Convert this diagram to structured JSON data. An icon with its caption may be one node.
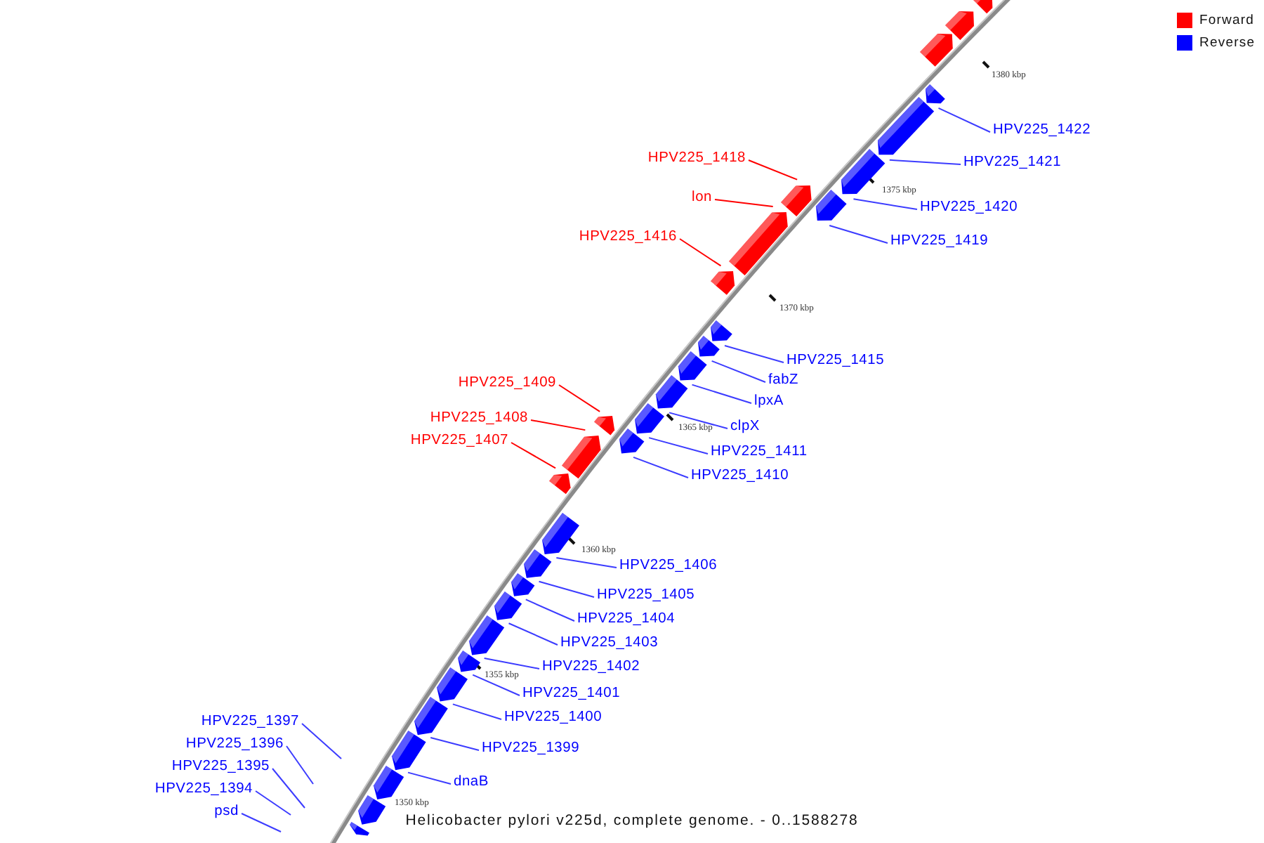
{
  "diagram": {
    "caption": "Helicobacter pylori v225d, complete genome. - 0..1588278",
    "nodes": [
      {
        "text": [
          "HPV225_1422"
        ]
      },
      {
        "text": [
          "HPV225_1421"
        ]
      },
      {
        "text": [
          "HPV225_1418"
        ]
      },
      {
        "text": [
          "HPV225_1420"
        ]
      },
      {
        "text": [
          "lon"
        ]
      },
      {
        "text": [
          "HPV225_1416"
        ]
      },
      {
        "text": [
          "HPV225_1419"
        ]
      },
      {
        "text": [
          "HPV225_1415"
        ]
      },
      {
        "text": [
          "fabZ"
        ]
      },
      {
        "text": [
          "HPV225_1409"
        ]
      },
      {
        "text": [
          "lpxA"
        ]
      },
      {
        "text": [
          "HPV225_1408"
        ]
      },
      {
        "text": [
          "clpX"
        ]
      },
      {
        "text": [
          "HPV225_1407"
        ]
      },
      {
        "text": [
          "HPV225_1411"
        ]
      },
      {
        "text": [
          "HPV225_1410"
        ]
      },
      {
        "text": [
          "HPV225_1406"
        ]
      },
      {
        "text": [
          "HPV225_1405"
        ]
      },
      {
        "text": [
          "HPV225_1404"
        ]
      },
      {
        "text": [
          "HPV225_1403"
        ]
      },
      {
        "text": [
          "HPV225_1402"
        ]
      },
      {
        "text": [
          "HPV225_1401"
        ]
      },
      {
        "text": [
          "HPV225_1400"
        ]
      },
      {
        "text": [
          "HPV225_1397"
        ]
      },
      {
        "text": [
          "HPV225_1399"
        ]
      },
      {
        "text": [
          "HPV225_1396"
        ]
      },
      {
        "text": [
          "HPV225_1395"
        ]
      },
      {
        "text": [
          "dnaB"
        ]
      },
      {
        "text": [
          "HPV225_1394"
        ]
      },
      {
        "text": [
          "psd"
        ]
      },
      {
        "text": [],
        "shape": "bar"
      },
      {
        "text": [],
        "shape": "bar"
      },
      {
        "text": [],
        "shape": "bar"
      },
      {
        "text": [],
        "shape": "bar"
      },
      {
        "text": [],
        "shape": "bar"
      },
      {
        "text": [],
        "shape": "bar"
      },
      {
        "text": [],
        "shape": "bar"
      },
      {
        "text": [],
        "shape": "bar"
      },
      {
        "text": [],
        "shape": "bar"
      },
      {
        "text": [],
        "shape": "bar"
      },
      {
        "text": [],
        "shape": "bar"
      },
      {
        "text": [],
        "shape": "bar"
      },
      {
        "text": [],
        "shape": "bar"
      },
      {
        "text": [],
        "shape": "bar"
      },
      {
        "text": [],
        "shape": "bar"
      },
      {
        "text": [],
        "shape": "bar"
      },
      {
        "text": [],
        "shape": "bar"
      },
      {
        "text": [],
        "shape": "bar"
      },
      {
        "text": [],
        "shape": "bar"
      },
      {
        "text": [],
        "shape": "bar"
      },
      {
        "text": [],
        "shape": "bar"
      },
      {
        "text": [],
        "shape": "bar"
      },
      {
        "text": [],
        "shape": "bar"
      },
      {
        "text": [],
        "shape": "bar"
      },
      {
        "text": [],
        "shape": "bar"
      },
      {
        "text": [],
        "shape": "bar"
      },
      {
        "text": [],
        "shape": "bar"
      },
      {
        "text": [],
        "shape": "bar"
      },
      {
        "text": [],
        "shape": "bar"
      },
      {
        "text": [],
        "shape": "bar"
      },
      {
        "text": [],
        "shape": "bar"
      }
    ],
    "edges": [
      {
        "from": 0,
        "to": 33,
        "arrow": "none"
      },
      {
        "from": 1,
        "to": 34,
        "arrow": "none"
      },
      {
        "from": 2,
        "to": 36,
        "arrow": "none",
        "color": "#ff0000"
      },
      {
        "from": 3,
        "to": 35,
        "arrow": "none"
      },
      {
        "from": 4,
        "to": 38,
        "arrow": "none",
        "color": "#ff0000"
      },
      {
        "from": 5,
        "to": 39,
        "arrow": "none",
        "color": "#ff0000"
      },
      {
        "from": 6,
        "to": 37,
        "arrow": "none"
      },
      {
        "from": 7,
        "to": 40,
        "arrow": "none"
      },
      {
        "from": 8,
        "to": 41,
        "arrow": "none"
      },
      {
        "from": 9,
        "to": 45,
        "arrow": "none",
        "color": "#ff0000"
      },
      {
        "from": 10,
        "to": 42,
        "arrow": "none"
      },
      {
        "from": 11,
        "to": 47,
        "arrow": "none",
        "color": "#ff0000"
      },
      {
        "from": 12,
        "to": 43,
        "arrow": "none"
      },
      {
        "from": 13,
        "to": 48,
        "arrow": "none",
        "color": "#ff0000"
      },
      {
        "from": 14,
        "to": 44,
        "arrow": "none"
      },
      {
        "from": 15,
        "to": 46,
        "arrow": "none"
      },
      {
        "from": 16,
        "to": 49,
        "arrow": "none"
      },
      {
        "from": 17,
        "to": 50,
        "arrow": "none"
      },
      {
        "from": 18,
        "to": 51,
        "arrow": "none"
      },
      {
        "from": 19,
        "to": 52,
        "arrow": "none"
      },
      {
        "from": 20,
        "to": 53,
        "arrow": "none"
      },
      {
        "from": 21,
        "to": 54,
        "arrow": "none"
      },
      {
        "from": 22,
        "to": 55,
        "arrow": "none"
      },
      {
        "from": 23,
        "to": null,
        "arrow": "none"
      },
      {
        "from": 24,
        "to": 56,
        "arrow": "none"
      },
      {
        "from": 25,
        "to": null,
        "arrow": "none"
      },
      {
        "from": 26,
        "to": null,
        "arrow": "none"
      },
      {
        "from": 27,
        "to": 57,
        "arrow": "none"
      },
      {
        "from": 28,
        "to": null,
        "arrow": "none"
      },
      {
        "from": 29,
        "to": null,
        "arrow": "none"
      }
    ],
    "labels": [
      "1380 kbp",
      "1375 kbp",
      "1370 kbp",
      "1365 kbp",
      "1360 kbp",
      "1355 kbp",
      "1350 kbp"
    ],
    "legend": [
      {
        "text": "Forward",
        "color": "#ff0000"
      },
      {
        "text": "Reverse",
        "color": "#0000ff"
      }
    ]
  }
}
